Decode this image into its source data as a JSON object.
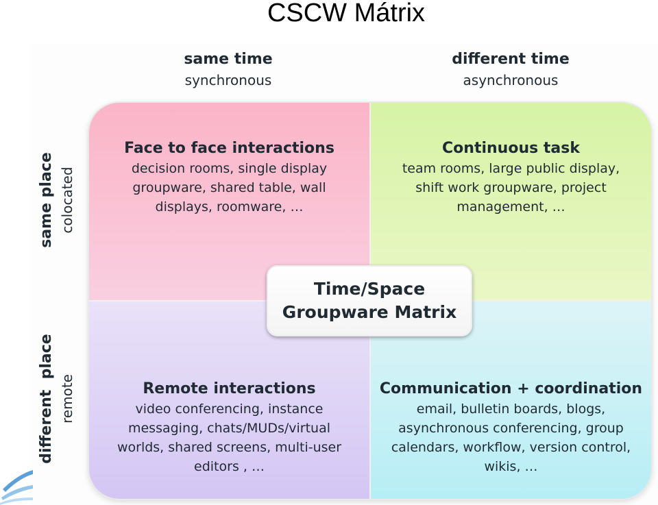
{
  "title": "CSCW Mátrix",
  "columns": [
    {
      "main": "same time",
      "sub": "synchronous"
    },
    {
      "main": "different time",
      "sub": "asynchronous"
    }
  ],
  "rows": [
    {
      "main": "same place",
      "sub": "colocated"
    },
    {
      "main": "different  place",
      "sub": "remote"
    }
  ],
  "quadrants": {
    "top_left": {
      "title": "Face to face interactions",
      "body": "decision rooms, single display\ngroupware, shared table, wall\ndisplays, roomware, …"
    },
    "top_right": {
      "title": "Continuous task",
      "body": "team rooms, large public display,\nshift work groupware, project\nmanagement, …"
    },
    "bottom_left": {
      "title": "Remote interactions",
      "body": "video conferencing, instance\nmessaging, chats/MUDs/virtual\nworlds, shared screens, multi-user\neditors , …"
    },
    "bottom_right": {
      "title": "Communication + coordination",
      "body": "email, bulletin boards, blogs,\nasynchronous conferencing, group\ncalendars, workflow,  version control,\nwikis, …"
    }
  },
  "center": {
    "line1": "Time/Space",
    "line2": "Groupware Matrix"
  },
  "colors": {
    "top_left": "#fbb4c7",
    "top_right": "#d6f3a5",
    "bottom_left": "#d4c6f4",
    "bottom_right": "#b6eef5",
    "logo": "#3f8fd0"
  },
  "icons": {
    "corner_logo": "swoosh-logo-icon"
  }
}
